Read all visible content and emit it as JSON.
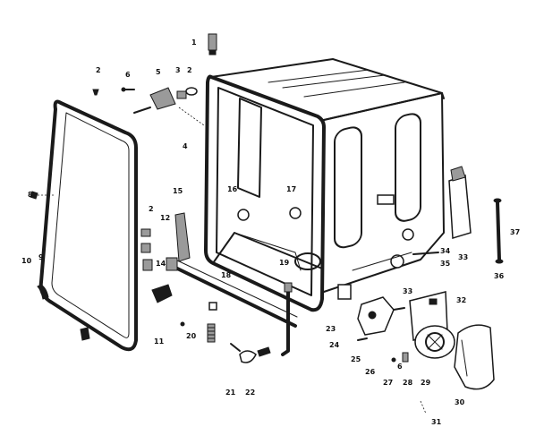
{
  "diagram": {
    "type": "exploded-parts-view",
    "callouts": [
      {
        "id": "c1",
        "text": "1"
      },
      {
        "id": "c2a",
        "text": "2"
      },
      {
        "id": "c6",
        "text": "6"
      },
      {
        "id": "c5",
        "text": "5"
      },
      {
        "id": "c3",
        "text": "3"
      },
      {
        "id": "c2b",
        "text": "2"
      },
      {
        "id": "c4",
        "text": "4"
      },
      {
        "id": "c8",
        "text": "8"
      },
      {
        "id": "c9",
        "text": "9"
      },
      {
        "id": "c10",
        "text": "10"
      },
      {
        "id": "c16",
        "text": "16"
      },
      {
        "id": "c17",
        "text": "17"
      },
      {
        "id": "c15",
        "text": "15"
      },
      {
        "id": "c2c",
        "text": "2"
      },
      {
        "id": "c12",
        "text": "12"
      },
      {
        "id": "c14",
        "text": "14"
      },
      {
        "id": "c18",
        "text": "18"
      },
      {
        "id": "c19",
        "text": "19"
      },
      {
        "id": "c11",
        "text": "11"
      },
      {
        "id": "c20",
        "text": "20"
      },
      {
        "id": "c21",
        "text": "21"
      },
      {
        "id": "c22",
        "text": "22"
      },
      {
        "id": "c23",
        "text": "23"
      },
      {
        "id": "c24",
        "text": "24"
      },
      {
        "id": "c25",
        "text": "25"
      },
      {
        "id": "c26",
        "text": "26"
      },
      {
        "id": "c27",
        "text": "27"
      },
      {
        "id": "c28",
        "text": "28"
      },
      {
        "id": "c29",
        "text": "29"
      },
      {
        "id": "c30",
        "text": "30"
      },
      {
        "id": "c31",
        "text": "31"
      },
      {
        "id": "c32",
        "text": "32"
      },
      {
        "id": "c33a",
        "text": "33"
      },
      {
        "id": "c33b",
        "text": "33"
      },
      {
        "id": "c34",
        "text": "34"
      },
      {
        "id": "c35",
        "text": "35"
      },
      {
        "id": "c36",
        "text": "36"
      },
      {
        "id": "c37",
        "text": "37"
      },
      {
        "id": "c6b",
        "text": "6"
      }
    ]
  }
}
